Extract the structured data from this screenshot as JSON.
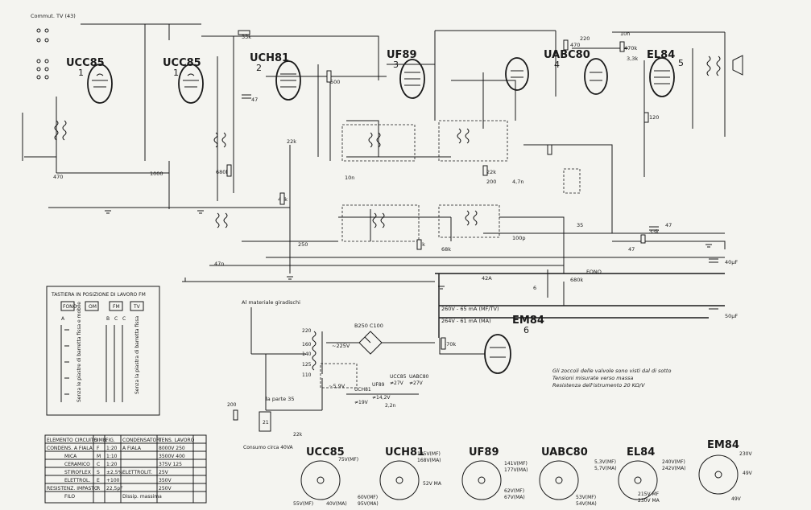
{
  "header": {
    "commut_label": "Commut. TV (43)"
  },
  "tubes": [
    {
      "id": "ucc85a",
      "name": "UCC85",
      "num": "1"
    },
    {
      "id": "ucc85b",
      "name": "UCC85",
      "num": "1"
    },
    {
      "id": "uch81",
      "name": "UCH81",
      "num": "2"
    },
    {
      "id": "uf89",
      "name": "UF89",
      "num": "3"
    },
    {
      "id": "uabc80",
      "name": "UABC80",
      "num": "4"
    },
    {
      "id": "el84",
      "name": "EL84",
      "num": "5"
    },
    {
      "id": "em84",
      "name": "EM84",
      "num": "6"
    }
  ],
  "components": {
    "r33k_top": "33k",
    "r500": "500",
    "c47_left": "47",
    "c470_left": "470",
    "c1000": "1000",
    "r680k": "680k",
    "c10n": "10n",
    "r22k": "22k",
    "r47k": "47k",
    "r1k": "1k",
    "r250": "250",
    "c47n": "47n",
    "r470_top": "470",
    "r220_top": "220",
    "c10n_top": "10n",
    "r470k_top": "470k",
    "r3_3k": "3,3k",
    "r120": "120",
    "c47_right": "47",
    "r33k_right": "33k",
    "c47_far": "47",
    "r470k_em": "470k",
    "c40uf": "40μF",
    "c50uf": "50μF",
    "r680k_fono": "680k",
    "label_fono": "FONO",
    "label_42a": "42A",
    "label_35": "35",
    "label_6": "6",
    "r22k_mid": "22k",
    "r200": "200",
    "c4_7n": "4,7n",
    "r100p": "100p",
    "r68k": "68k"
  },
  "power": {
    "line1": "260V - 65 mA (MF/TV)",
    "line2": "264V - 61 mA (MA)",
    "rectifier": "B250 C100",
    "v225": "~225V",
    "heater_label": "~5,9V",
    "label_al": "Al materiale giradischi",
    "label_consumo": "Consumo circa 40VA",
    "label_parte": "la parte 35",
    "taps": [
      "220",
      "160",
      "140",
      "125",
      "110"
    ],
    "heater_tubes": [
      {
        "name": "UCH81",
        "v": "≠19V"
      },
      {
        "name": "UF89",
        "v": "≠14,2V"
      },
      {
        "name": "UCC85",
        "v": "≠27V"
      },
      {
        "name": "UABC80",
        "v": "≠27V"
      }
    ],
    "c2_2n": "2,2n",
    "r200_pw": "200",
    "c22k_pw": "22k"
  },
  "notes": {
    "line1": "Gli zoccoli delle valvole sono visti dal di sotto",
    "line2": "Tensioni misurate verso massa",
    "line3": "Resistenza dell'istrumento 20 KΩ/V"
  },
  "keyboard": {
    "title": "TASTIERA IN POSIZIONE DI LAVORO FM",
    "keys": [
      "FONO",
      "OM",
      "FM",
      "TV"
    ],
    "cols": [
      "A",
      "B",
      "C",
      "C"
    ],
    "text1": "Senza le piastre di barretta fissa e mobile",
    "text2": "Senza la piastra di barretta fissa"
  },
  "legend": {
    "headers": [
      "ELEMENTO CIRCUITO",
      "SIMB.",
      "FIG.",
      "CONDENSATORI",
      "TENS. LAVORO"
    ],
    "rows": [
      {
        "elem": "CONDENS. A FIALA",
        "simb": "F",
        "fig": "1:20",
        "cond": "A FIALA",
        "tens": "8000V 250"
      },
      {
        "elem": "MICA",
        "simb": "M",
        "fig": "1:10",
        "cond": "",
        "tens": "3500V 400"
      },
      {
        "elem": "CERAMICO",
        "simb": "C",
        "fig": "1:20",
        "cond": "",
        "tens": "375V 125"
      },
      {
        "elem": "STIROFLEX",
        "simb": "S",
        "fig": "±2,5%",
        "cond": "ELETTROLIT.",
        "tens": "25V"
      },
      {
        "elem": "ELETTROL.",
        "simb": "E",
        "fig": "+100",
        "cond": "",
        "tens": "350V"
      },
      {
        "elem": "RESISTENZ. IMPASTO",
        "simb": "R",
        "fig": "22,5pF",
        "cond": "",
        "tens": "250V"
      },
      {
        "elem": "FILO",
        "simb": "",
        "fig": "",
        "cond": "Dissip. massima",
        "tens": ""
      }
    ]
  },
  "sockets": [
    {
      "name": "UCC85",
      "v": [
        "75V(MF)",
        "55V(MF)",
        "40V(MA)"
      ]
    },
    {
      "name": "UCH81",
      "v": [
        "135V(MF)",
        "168V(MA)",
        "60V(MF)",
        "95V(MA)",
        "52V MA"
      ]
    },
    {
      "name": "UF89",
      "v": [
        "141V(MF)",
        "177V(MA)",
        "62V(MF)",
        "67V(MA)"
      ]
    },
    {
      "name": "UABC80",
      "v": [
        "53V(MF)",
        "54V(MA)"
      ]
    },
    {
      "name": "EL84",
      "v": [
        "5,3V(MF)",
        "5,7V(MA)",
        "240V(MF)",
        "242V(MA)",
        "215V MF",
        "230V MA"
      ]
    },
    {
      "name": "EM84",
      "v": [
        "230V",
        "49V",
        "49V"
      ]
    }
  ],
  "colors": {
    "ink": "#1a1a1a",
    "paper": "#f4f4f0"
  }
}
